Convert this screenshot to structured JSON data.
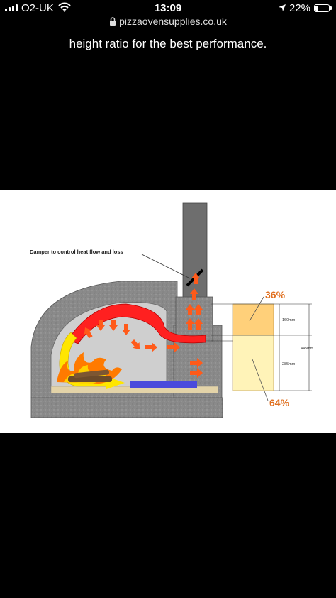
{
  "status_bar": {
    "carrier": "O2-UK",
    "time": "13:09",
    "battery_percent": "22%",
    "battery_level": 0.22,
    "icons": [
      "signal-icon",
      "wifi-icon",
      "location-arrow-icon",
      "battery-icon"
    ]
  },
  "browser": {
    "url": "pizzaovensupplies.co.uk",
    "icons": [
      "lock-icon"
    ]
  },
  "article": {
    "caption": "height ratio for the best performance."
  },
  "diagram": {
    "damper_label": "Damper to control heat flow and loss",
    "top_percent": "36%",
    "bottom_percent": "64%",
    "dim_top": "160mm",
    "dim_bottom": "285mm",
    "dim_total": "445mm",
    "colors": {
      "dome": "#8c8c8c",
      "flue": "#6e6e6e",
      "heat_flow": "#ff2020",
      "arrows": "#ff5a1a",
      "air_in": "#ffe600",
      "cool_air": "#4a4adc",
      "top_box": "#ffd07a",
      "bottom_box": "#fff3b8",
      "percent_text": "#e07020"
    }
  }
}
